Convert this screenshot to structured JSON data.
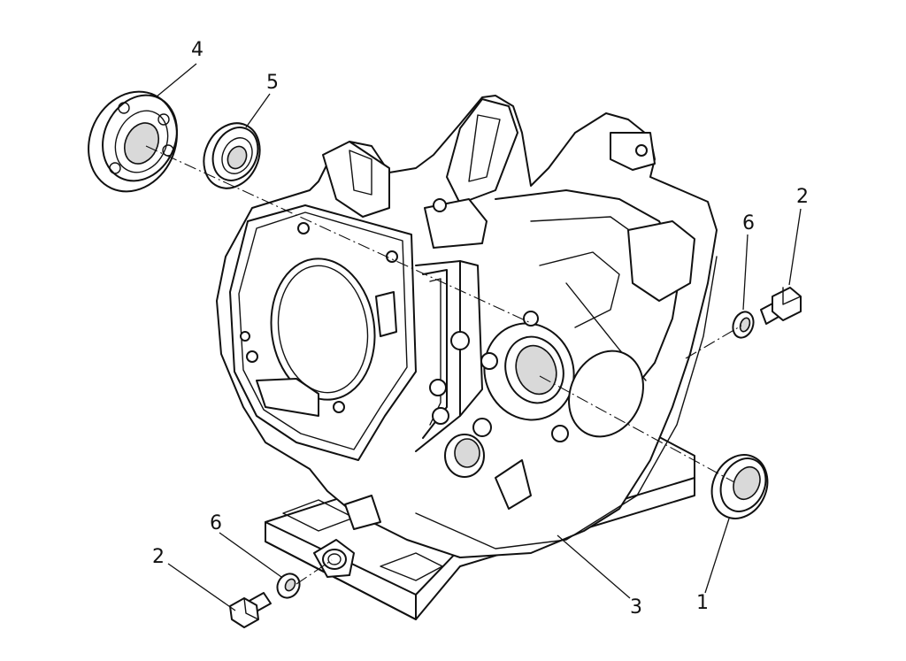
{
  "callouts": {
    "p1": "1",
    "p2_right": "2",
    "p2_left": "2",
    "p3": "3",
    "p4": "4",
    "p5": "5",
    "p6_right": "6",
    "p6_left": "6"
  }
}
